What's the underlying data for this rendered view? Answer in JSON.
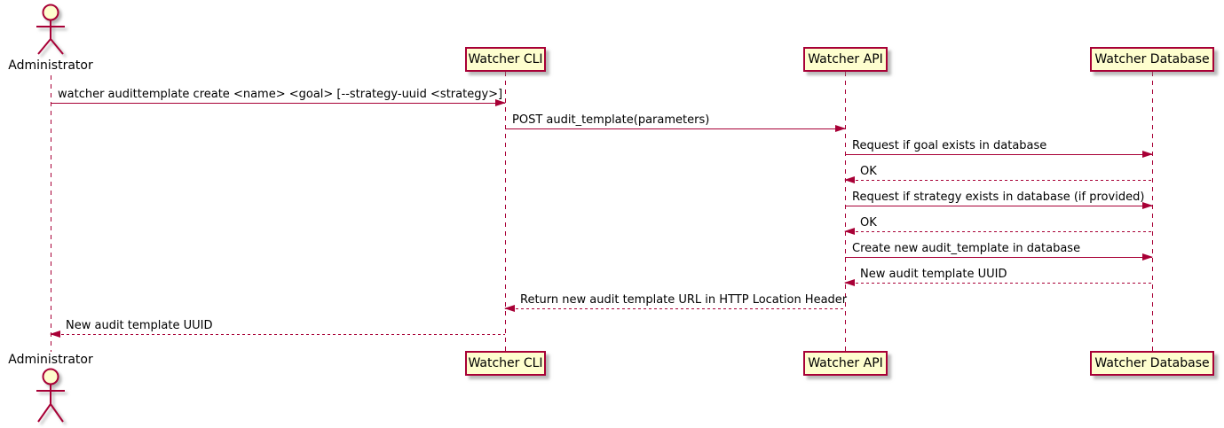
{
  "diagram_type": "sequence",
  "actor": {
    "name": "Administrator"
  },
  "participants": [
    {
      "name": "Watcher CLI"
    },
    {
      "name": "Watcher API"
    },
    {
      "name": "Watcher Database"
    }
  ],
  "messages": [
    {
      "from": "Administrator",
      "to": "Watcher CLI",
      "text": "watcher audittemplate create <name> <goal> [--strategy-uuid <strategy>]",
      "line": "solid"
    },
    {
      "from": "Watcher CLI",
      "to": "Watcher API",
      "text": "POST audit_template(parameters)",
      "line": "solid"
    },
    {
      "from": "Watcher API",
      "to": "Watcher Database",
      "text": "Request if goal exists in database",
      "line": "solid"
    },
    {
      "from": "Watcher Database",
      "to": "Watcher API",
      "text": "OK",
      "line": "dashed"
    },
    {
      "from": "Watcher API",
      "to": "Watcher Database",
      "text": "Request if strategy exists in database (if provided)",
      "line": "solid"
    },
    {
      "from": "Watcher Database",
      "to": "Watcher API",
      "text": "OK",
      "line": "dashed"
    },
    {
      "from": "Watcher API",
      "to": "Watcher Database",
      "text": "Create new audit_template in database",
      "line": "solid"
    },
    {
      "from": "Watcher Database",
      "to": "Watcher API",
      "text": "New audit template UUID",
      "line": "dashed"
    },
    {
      "from": "Watcher API",
      "to": "Watcher CLI",
      "text": "Return new audit template URL in HTTP Location Header",
      "line": "dashed"
    },
    {
      "from": "Watcher CLI",
      "to": "Administrator",
      "text": "New audit template UUID",
      "line": "dashed"
    }
  ],
  "colors": {
    "line": "#A80036",
    "participant_fill": "#FEFECE",
    "participant_border": "#A80036",
    "text": "#000000",
    "background": "#FFFFFF"
  }
}
